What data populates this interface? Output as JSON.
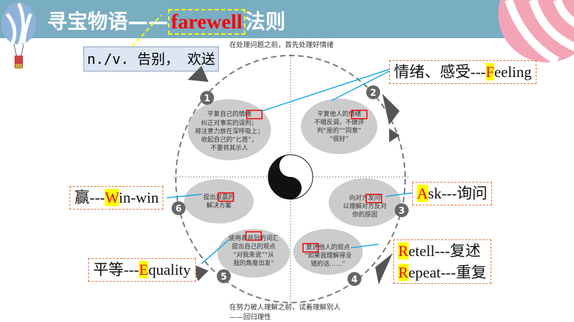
{
  "title": {
    "prefix": "寻宝物语——",
    "keyword": "farewell",
    "suffix": "法则"
  },
  "definition": "n./v. 告别， 欢送",
  "diagram": {
    "top_caption": "在处理问题之前，首先处理好情绪",
    "bottom_caption_1": "在努力被人理解之前，试着理解别人",
    "bottom_caption_2": "——回归理性",
    "steps": [
      {
        "num": "1",
        "lines": [
          "平复自己的情绪",
          "纠正对事实的误判；",
          "将注意力放在深呼吸上；",
          "收起自己的“匕首”，",
          "不要将其示人"
        ]
      },
      {
        "num": "2",
        "lines": [
          "平复他人的情绪",
          "不唱反调，不做评",
          "判“是的”“同意”",
          "“很好”"
        ]
      },
      {
        "num": "3",
        "lines": [
          "向对方发问",
          "以理解对方反对",
          "你的原因"
        ]
      },
      {
        "num": "4",
        "lines": [
          "复述他人的观点",
          "“如果我理解得没",
          "错的话……”"
        ]
      },
      {
        "num": "5",
        "lines": [
          "使用表并列的词汇",
          "提出自己的观点",
          "“对我来说”“从",
          "我的角度出发”"
        ]
      },
      {
        "num": "6",
        "lines": [
          "提出双赢的",
          "解决方案"
        ]
      }
    ]
  },
  "callouts": {
    "feeling": {
      "pre": "情绪、感受---",
      "letter": "F",
      "post": "eeling"
    },
    "ask": {
      "letter": "A",
      "post": "sk---询问"
    },
    "retell": {
      "letter": "R",
      "post": "etell---复述"
    },
    "repeat": {
      "letter": "R",
      "post": "epeat---重复"
    },
    "winwin": {
      "pre": "赢---",
      "letter": "W",
      "post": "in-win"
    },
    "equality": {
      "pre": "平等---",
      "letter": "E",
      "post": "quality"
    }
  },
  "colors": {
    "header": "#79adc2",
    "highlight": "#ffff00",
    "accent": "#ff0000",
    "callout_border": "#e07030",
    "link": "#1aa7e0"
  }
}
